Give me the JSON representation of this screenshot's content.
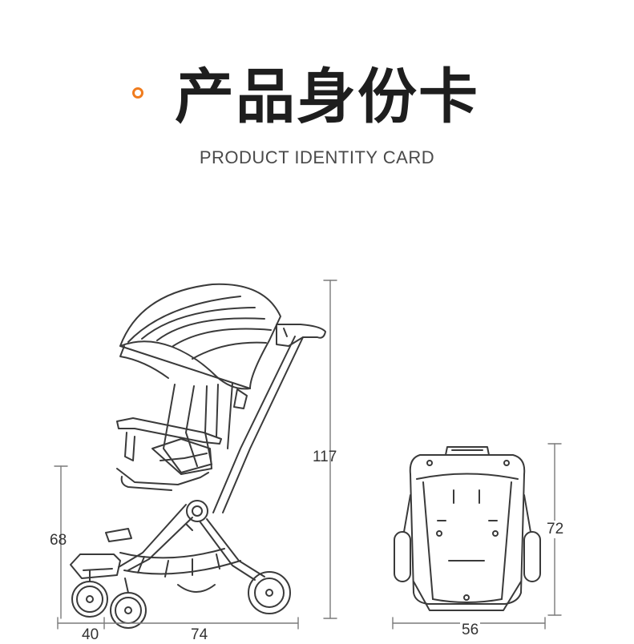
{
  "header": {
    "title": "产品身份卡",
    "subtitle": "PRODUCT IDENTITY CARD",
    "accent_color": "#f07c1e"
  },
  "dimensions": {
    "height": "117",
    "seat_height": "68",
    "rear_length": "40",
    "length": "74",
    "width": "56",
    "folded_height": "72"
  }
}
